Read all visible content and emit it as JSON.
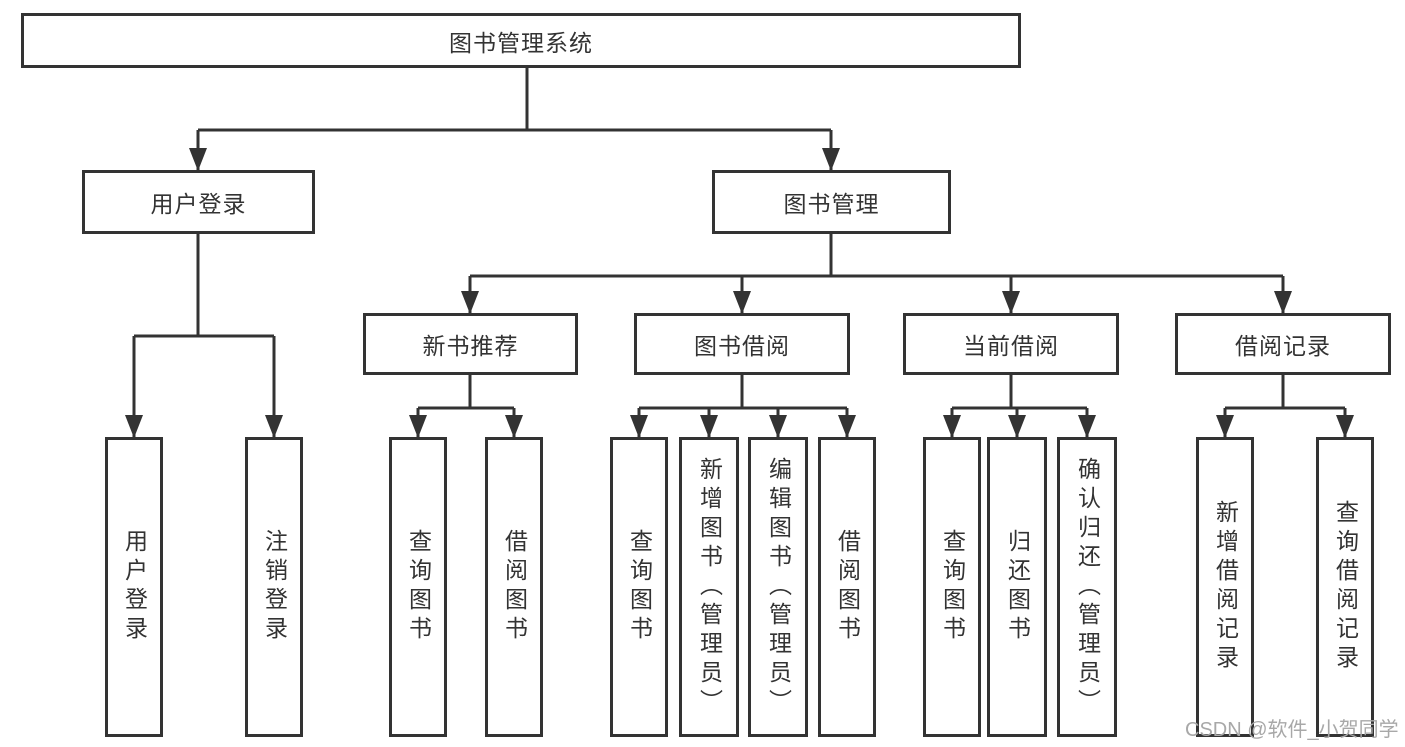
{
  "diagram": {
    "title": "图书管理系统",
    "watermark": "CSDN @软件_小贺同学",
    "colors": {
      "line": "#333333",
      "text": "#333333",
      "box_background": "#ffffff",
      "page_background": "#ffffff",
      "watermark": "#a8a8a8"
    },
    "nodes": {
      "root": {
        "label": "图书管理系统"
      },
      "user_login": {
        "label": "用户登录"
      },
      "book_management": {
        "label": "图书管理"
      },
      "new_book_rec": {
        "label": "新书推荐"
      },
      "book_borrow": {
        "label": "图书借阅"
      },
      "current_borrow": {
        "label": "当前借阅"
      },
      "borrow_records": {
        "label": "借阅记录"
      },
      "do_login": {
        "label": "用户登录"
      },
      "do_logout": {
        "label": "注销登录"
      },
      "rec_query_book": {
        "label": "查询图书"
      },
      "rec_borrow_book": {
        "label": "借阅图书"
      },
      "bb_query_book": {
        "label": "查询图书"
      },
      "bb_add_book": {
        "label": "新增图书（管理员）"
      },
      "bb_edit_book": {
        "label": "编辑图书（管理员）"
      },
      "bb_borrow_book": {
        "label": "借阅图书"
      },
      "cb_query_book": {
        "label": "查询图书"
      },
      "cb_return_book": {
        "label": "归还图书"
      },
      "cb_confirm_return": {
        "label": "确认归还（管理员）"
      },
      "br_add_record": {
        "label": "新增借阅记录"
      },
      "br_query_record": {
        "label": "查询借阅记录"
      }
    },
    "hierarchy_note": {
      "root_children": [
        "用户登录",
        "图书管理"
      ],
      "user_login_children": [
        "用户登录",
        "注销登录"
      ],
      "book_management_children": [
        "新书推荐",
        "图书借阅",
        "当前借阅",
        "借阅记录"
      ],
      "new_book_rec_children": [
        "查询图书",
        "借阅图书"
      ],
      "book_borrow_children": [
        "查询图书",
        "新增图书（管理员）",
        "编辑图书（管理员）",
        "借阅图书"
      ],
      "current_borrow_children": [
        "查询图书",
        "归还图书",
        "确认归还（管理员）"
      ],
      "borrow_records_children": [
        "新增借阅记录",
        "查询借阅记录"
      ]
    }
  }
}
